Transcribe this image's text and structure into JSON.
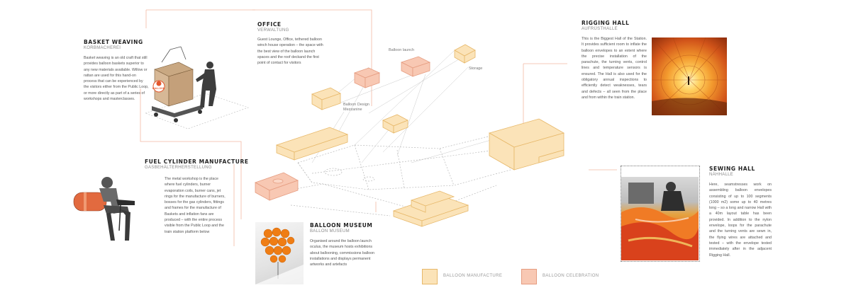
{
  "colors": {
    "manufacture_fill": "#fbe3b8",
    "manufacture_stroke": "#e7b86a",
    "celebration_fill": "#f8c8b3",
    "celebration_stroke": "#e59c80",
    "leader": "#f2b9a3"
  },
  "sections": {
    "basket": {
      "title": "BASKET WEAVING",
      "subtitle": "KORBMACHEREI",
      "body": "Basket weaving is an old craft that still provides balloon baskets superior to any new materials available. Willow or rattan are used for this hand-on process that can be experienced by the visitors either from the Public Loop, or more directly as part of a series of workshops and masterclasses."
    },
    "office": {
      "title": "OFFICE",
      "subtitle": "VERWALTUNG",
      "body": "Guest Lounge, Office, tethered balloon winch house operation – the space with the best view of the balloon launch spaces and the roof deckand the first point of contact for visitors"
    },
    "rigging": {
      "title": "RIGGING HALL",
      "subtitle": "AUFRÜSTHALLE",
      "body": "This is the Biggest Hall of the Station. It provides sufficient room to inflate the balloon envelopes to an extent where the precise installation of the parachute, the turning vents, control lines and temperature sensors is ensured. The Hall is also used for the obligatory annual inspections to efficiently detect weaknesses, tears and defects – all seen from the place and from within the train station."
    },
    "fuel": {
      "title": "FUEL CYLINDER MANUFACTURE",
      "subtitle": "GASBEHÄLTERHERSTELLUNG",
      "body": "The metal workshop is the place where fuel cylinders, burner evaporation coils, burner cans, jet rings for the manufacture of burners, bosses for the gas cylinders, fittings and frames for the manufacture of Baskets and inflation fans are produced – with the entire process visible from the Public Loop and the train station platform below"
    },
    "museum": {
      "title": "BALLOON MUSEUM",
      "subtitle": "BALLON MUSEUM",
      "body": "Organised around the balloon launch oculus, the museum hosts exhibitions about ballooning, commissions balloon installations and displays permanent artworks and artefacts"
    },
    "sewing": {
      "title": "SEWING HALL",
      "subtitle": "NÄHHALLE",
      "body": "Here, seamstresses work on assembling balloon envelopes consisting of up to 100 segments (1000 m2) some up to 40 metres long – so a long and narrow Hall with a 40m layout table has been provided. In addition to the nylon envelope, loops for the parachute and the turning vents are sewn in, the flying wires are attached and tested – with the envelope tested immediately after in the adjacent Rigging Hall."
    }
  },
  "annotations": {
    "balloon_launch": "Balloon launch",
    "storage": "Storage",
    "design_mezzanine": "Balloon Design Mezzanine"
  },
  "logo_text": "BALLOON",
  "legend": {
    "manufacture": "BALLOON MANUFACTURE",
    "celebration": "BALLOON CELEBRATION"
  }
}
